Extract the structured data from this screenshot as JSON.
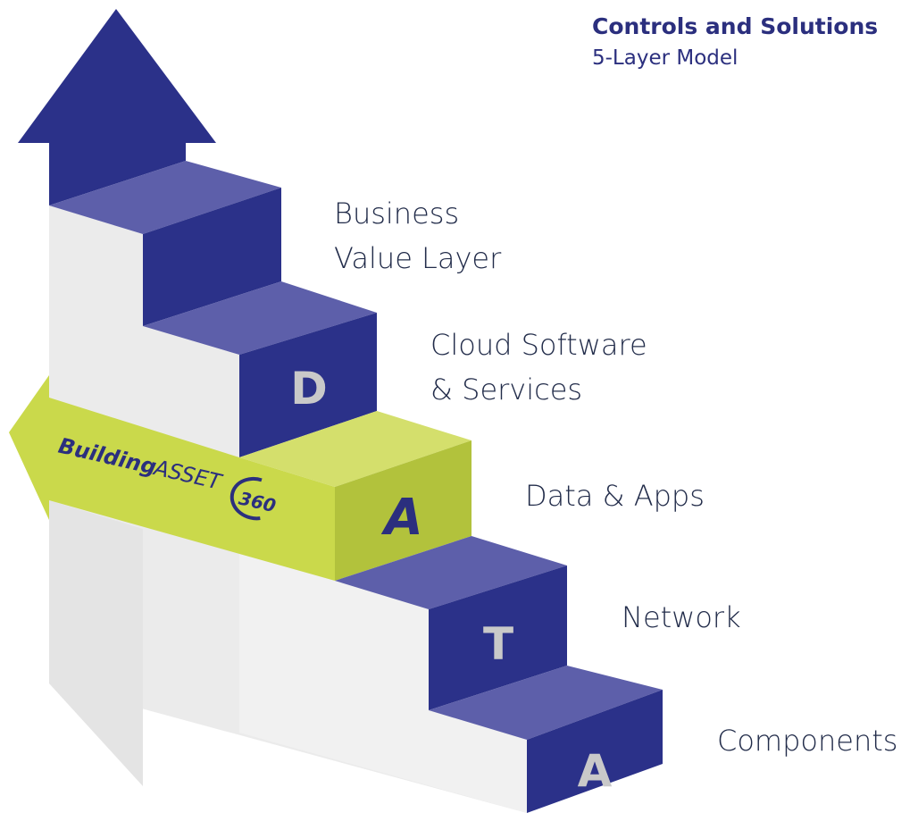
{
  "header": {
    "title": "Controls and Solutions",
    "subtitle": "5-Layer Model"
  },
  "layers": [
    {
      "lines": [
        "Business",
        "Value Layer"
      ]
    },
    {
      "lines": [
        "Cloud Software",
        "& Services"
      ]
    },
    {
      "lines": [
        "Data & Apps"
      ]
    },
    {
      "lines": [
        "Network"
      ]
    },
    {
      "lines": [
        "Components"
      ]
    }
  ],
  "step_letters": {
    "cloud": "D",
    "data_apps": "A",
    "network": "T",
    "components": "A"
  },
  "brand": {
    "word_bold": "Building",
    "word_light": "ASSET",
    "badge": "360"
  },
  "colors": {
    "navy_front": "#2b3189",
    "navy_top": "#5d5faa",
    "navy_top_dark": "#4a4d9e",
    "lime_front": "#b2c23c",
    "lime_top": "#d4df6c",
    "lime_band": "#cad94b",
    "side_light": "#ebebeb",
    "side_lighter": "#f3f3f3",
    "letter_light": "#c9c9c9",
    "letter_dark": "#2b2f7e"
  }
}
